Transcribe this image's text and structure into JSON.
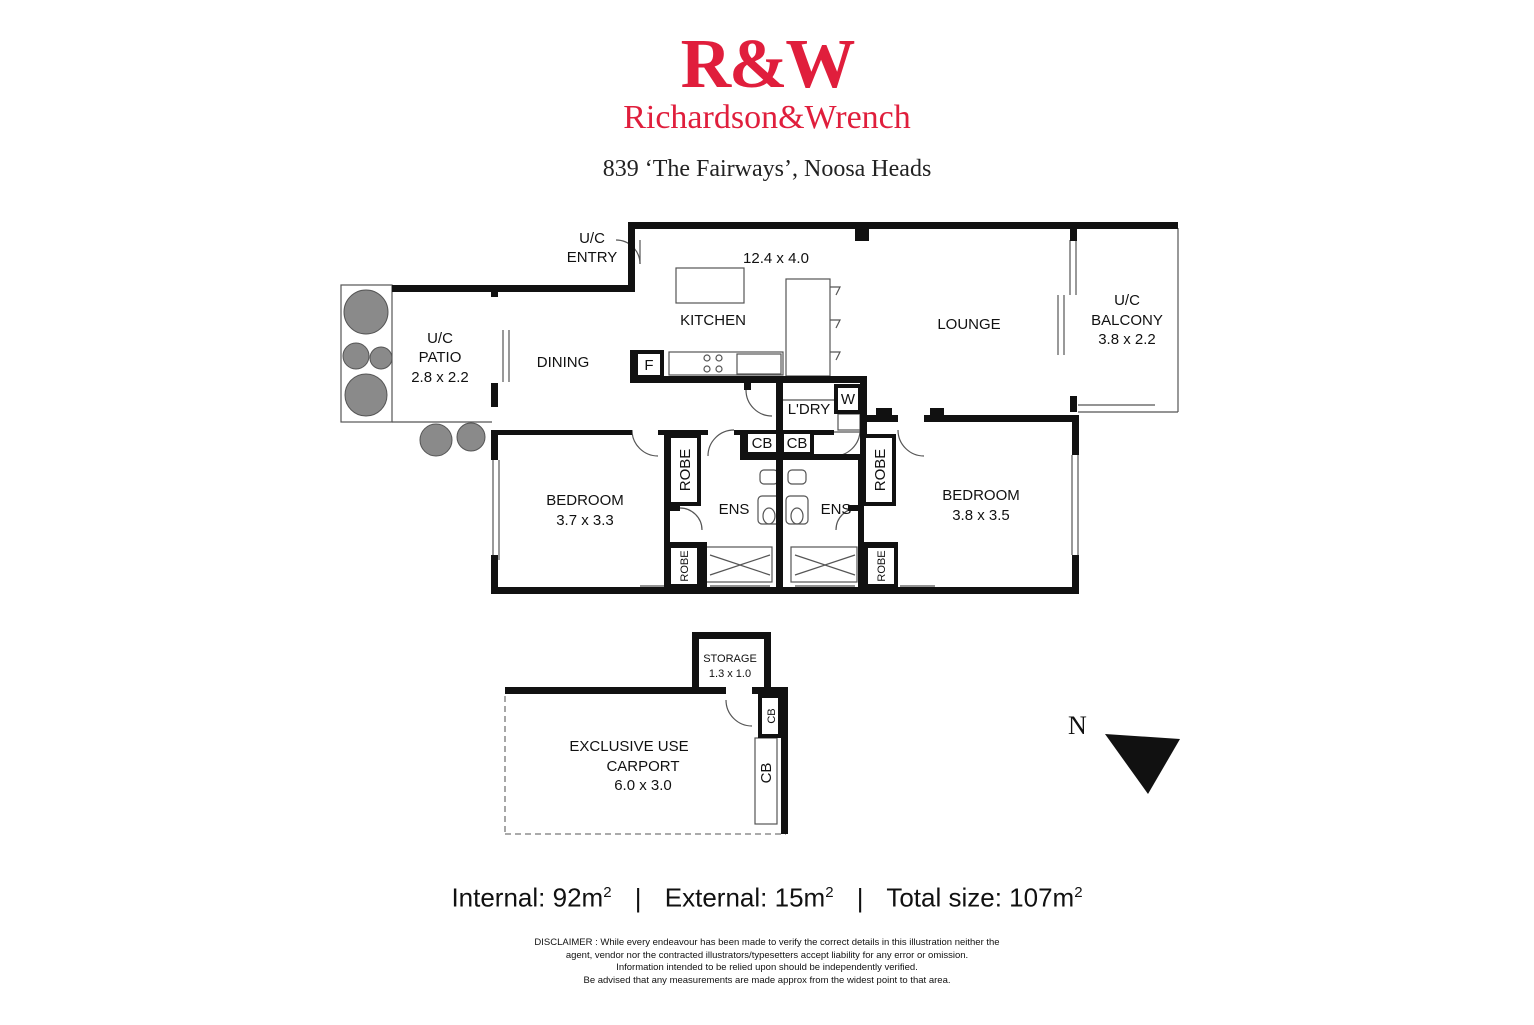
{
  "brand": {
    "logo": "R&W",
    "name": "Richardson&Wrench",
    "color": "#e01e3c"
  },
  "address": "839 ‘The Fairways’, Noosa Heads",
  "rooms": {
    "entry": [
      "U/C",
      "ENTRY"
    ],
    "living_dims": "12.4 x 4.0",
    "kitchen": "KITCHEN",
    "lounge": "LOUNGE",
    "dining": "DINING",
    "patio": [
      "U/C",
      "PATIO",
      "2.8 x 2.2"
    ],
    "balcony": [
      "U/C",
      "BALCONY",
      "3.8 x 2.2"
    ],
    "laundry": "L'DRY",
    "washer": "W",
    "fridge": "F",
    "cb": "CB",
    "robe": "ROBE",
    "ens": "ENS",
    "bedroom1": [
      "BEDROOM",
      "3.7 x 3.3"
    ],
    "bedroom2": [
      "BEDROOM",
      "3.8 x 3.5"
    ],
    "storage": [
      "STORAGE",
      "1.3 x 1.0"
    ],
    "carport": [
      "EXCLUSIVE USE",
      "CARPORT",
      "6.0 x 3.0"
    ]
  },
  "compass": {
    "letter": "N"
  },
  "areas": {
    "internal_label": "Internal:",
    "internal_value": "92m",
    "external_label": "External:",
    "external_value": "15m",
    "total_label": "Total size:",
    "total_value": "107m",
    "sup": "2",
    "separator": "|"
  },
  "disclaimer": [
    "DISCLAIMER : While every endeavour has been made to verify the correct details in this illustration neither the",
    "agent, vendor nor the contracted illustrators/typesetters accept liability for any error or omission.",
    "Information intended to be relied upon should be independently verified.",
    "Be advised that any measurements are made approx from the widest point to that area."
  ]
}
